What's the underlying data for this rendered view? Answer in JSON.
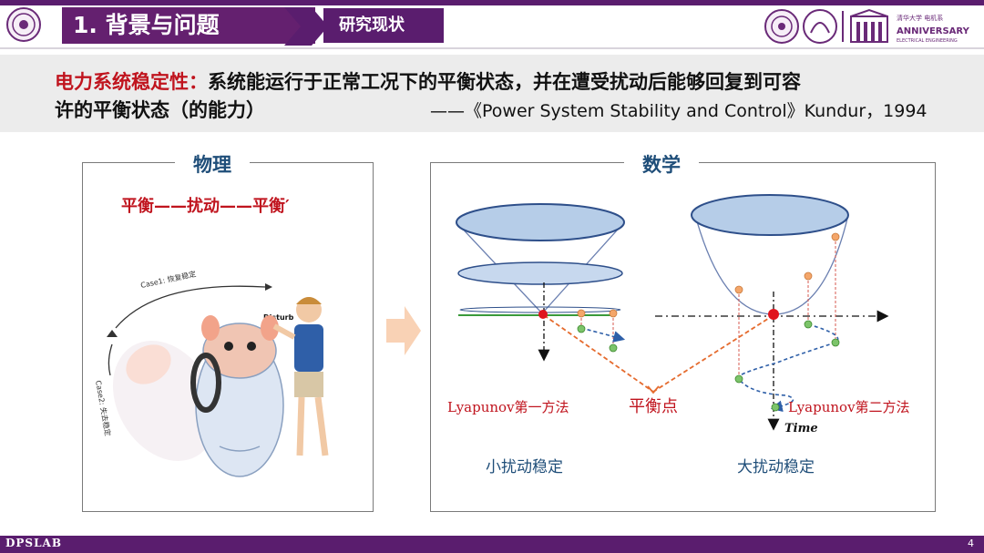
{
  "header": {
    "title": "1. 背景与问题",
    "subtitle": "研究现状",
    "anniversary_top": "清华大学 电机系",
    "anniversary_main": "ANNIVERSARY",
    "anniversary_sub": "ELECTRICAL ENGINEERING"
  },
  "definition": {
    "term": "电力系统稳定性：",
    "line1_rest": "系统能运行于正常工况下的平衡状态，并在遭受扰动后能够回复到可容",
    "line2": "许的平衡状态（的能力）",
    "citation": "——《Power System Stability and Control》Kundur，1994"
  },
  "left_panel": {
    "title": "物理",
    "caption": "平衡——扰动——平衡′",
    "case1": "Case1: 恢复稳定",
    "case2": "Case2: 失去稳定",
    "disturb": "Disturb"
  },
  "right_panel": {
    "title": "数学",
    "label_method1": "Lyapunov第一方法",
    "label_equilibrium": "平衡点",
    "label_method2": "Lyapunov第二方法",
    "label_time": "Time",
    "label_small": "小扰动稳定",
    "label_large": "大扰动稳定"
  },
  "footer": {
    "lab": "DPSLAB",
    "page": "4"
  },
  "colors": {
    "brand_purple": "#5a1d6e",
    "accent_red": "#c0141e",
    "title_blue": "#1f4e79"
  }
}
